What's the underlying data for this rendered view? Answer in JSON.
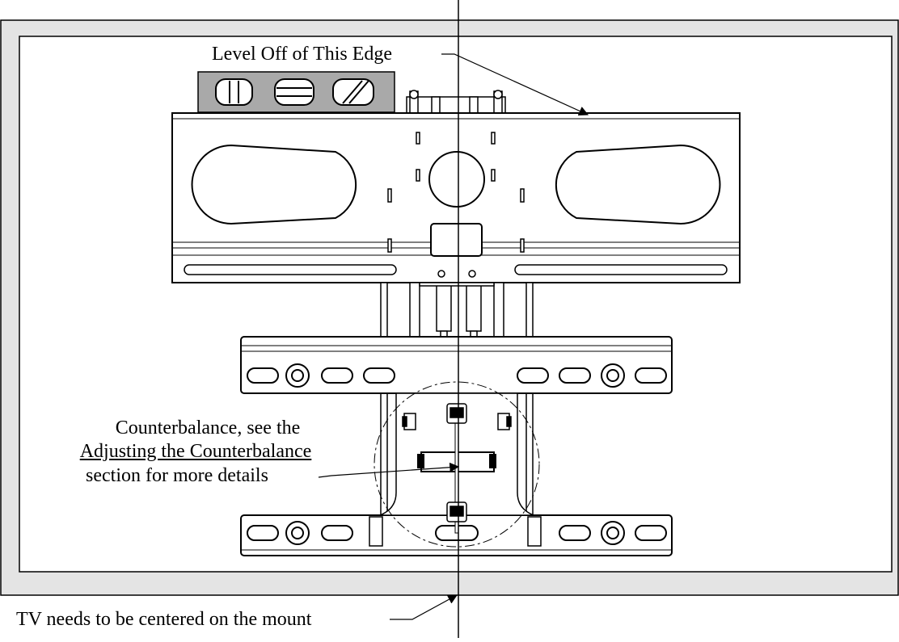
{
  "labels": {
    "level_edge": "Level Off of This Edge",
    "counterbalance_line1": "Counterbalance, see the",
    "counterbalance_line2": "Adjusting the Counterbalance",
    "counterbalance_line3": "section for more details",
    "center_note": "TV needs to be centered on the mount"
  },
  "colors": {
    "tv_frame": "#e4e4e4",
    "level_body": "#a9a9a9",
    "stroke": "#000000"
  }
}
